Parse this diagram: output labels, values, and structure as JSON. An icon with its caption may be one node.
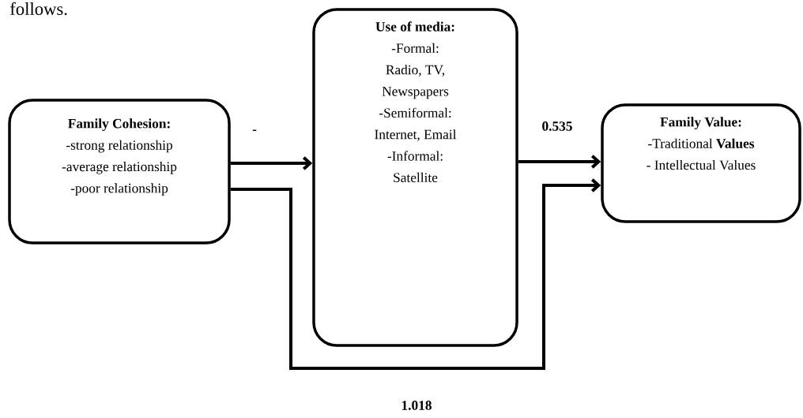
{
  "diagram": {
    "nodes": [
      {
        "text": [
          "**Family Cohesion:**",
          "-strong relationship",
          "-average relationship",
          "-poor relationship"
        ]
      },
      {
        "text": [
          "**Use of media:**",
          "-Formal:",
          "Radio, TV, Newspapers",
          "-Semiformal:",
          "Internet, Email",
          "-Informal:",
          "Satellite"
        ]
      },
      {
        "text": [
          "**Family Value:**",
          "-Traditional **Values**",
          "- Intellectual Values"
        ]
      }
    ],
    "edges": [
      {
        "from": 0,
        "to": 1,
        "arrow": "to",
        "label": "-"
      },
      {
        "from": 1,
        "to": 2,
        "arrow": "to",
        "label": "0.535"
      },
      {
        "from": 0,
        "to": 2,
        "arrow": "to",
        "label": "1.018"
      }
    ],
    "labels": [
      "follows."
    ]
  }
}
